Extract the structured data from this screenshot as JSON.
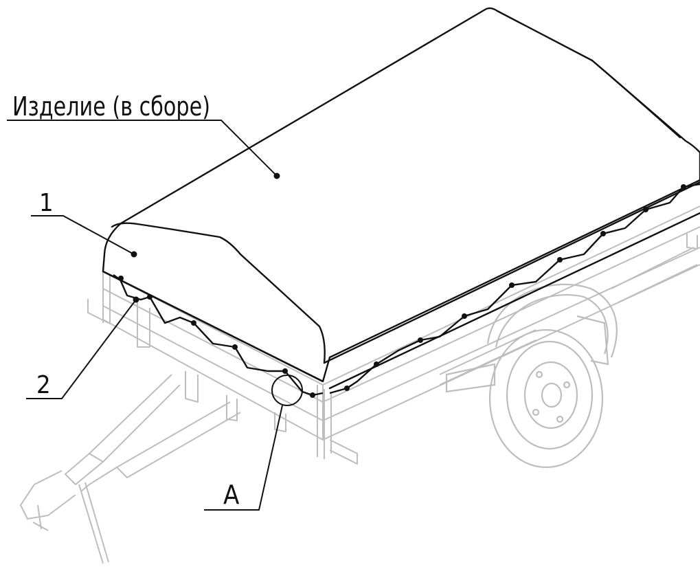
{
  "title": "Изделие (в сборе)",
  "callouts": [
    {
      "id": "assembly",
      "label": "Изделие (в сборе)"
    },
    {
      "id": "part-1",
      "label": "1"
    },
    {
      "id": "part-2",
      "label": "2"
    },
    {
      "id": "view-a",
      "label": "A"
    }
  ],
  "colors": {
    "line": "#111111",
    "ghost": "#bdbdbd",
    "cover": "#ffffff"
  }
}
